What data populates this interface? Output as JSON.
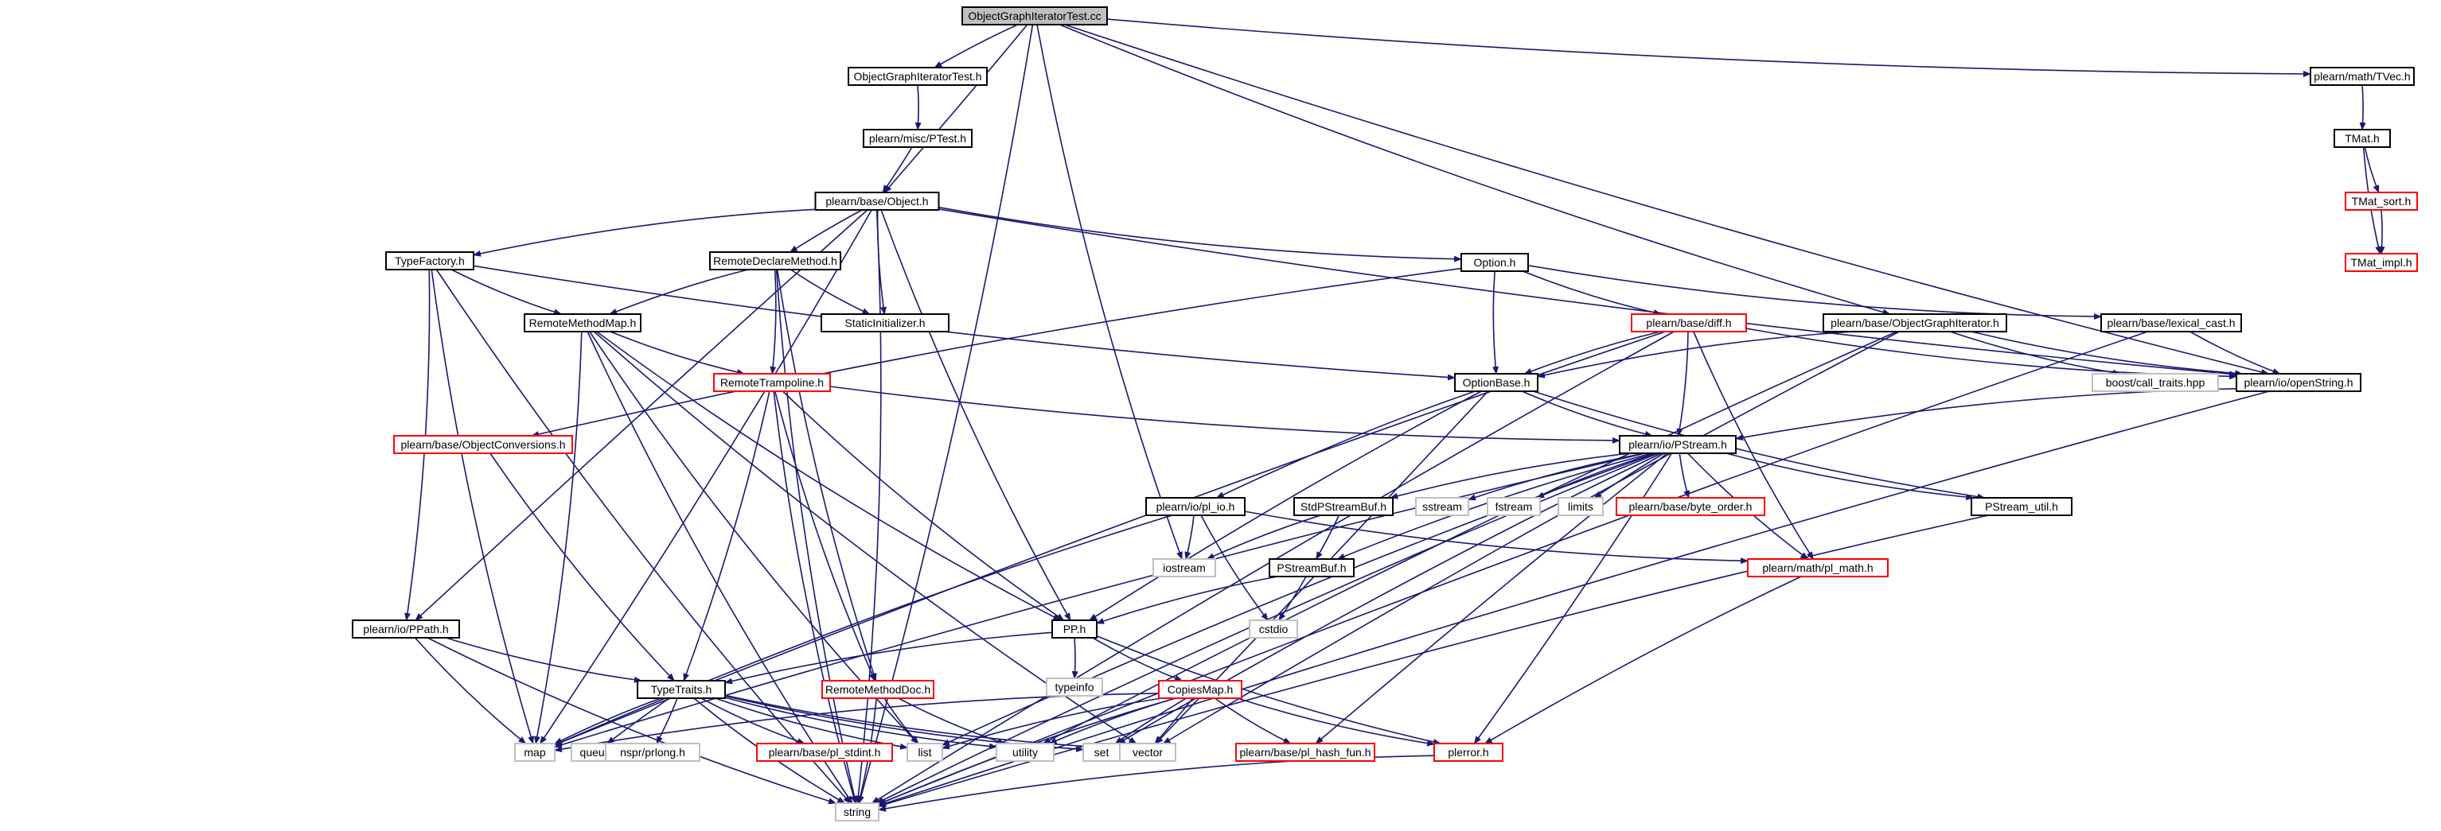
{
  "diagram": {
    "title": "",
    "colors": {
      "edge": "#191970",
      "node_border_normal": "#000000",
      "node_border_truncated": "#ff0000",
      "node_border_external": "#bfbfbf",
      "root_fill": "#bfbfbf",
      "node_fill": "#ffffff",
      "text": "#000000"
    },
    "nodes": [
      {
        "id": "root",
        "label": "ObjectGraphIteratorTest.cc",
        "kind": "root"
      },
      {
        "id": "ogit_h",
        "label": "ObjectGraphIteratorTest.h",
        "kind": "normal"
      },
      {
        "id": "tvec",
        "label": "plearn/math/TVec.h",
        "kind": "normal"
      },
      {
        "id": "ptest",
        "label": "plearn/misc/PTest.h",
        "kind": "normal"
      },
      {
        "id": "tmat",
        "label": "TMat.h",
        "kind": "normal"
      },
      {
        "id": "object",
        "label": "plearn/base/Object.h",
        "kind": "normal"
      },
      {
        "id": "tmat_sort",
        "label": "TMat_sort.h",
        "kind": "truncated"
      },
      {
        "id": "typefactory",
        "label": "TypeFactory.h",
        "kind": "normal"
      },
      {
        "id": "remotedeclare",
        "label": "RemoteDeclareMethod.h",
        "kind": "normal"
      },
      {
        "id": "option",
        "label": "Option.h",
        "kind": "normal"
      },
      {
        "id": "tmat_impl",
        "label": "TMat_impl.h",
        "kind": "truncated"
      },
      {
        "id": "remotemethodmap",
        "label": "RemoteMethodMap.h",
        "kind": "normal"
      },
      {
        "id": "staticinit",
        "label": "StaticInitializer.h",
        "kind": "normal"
      },
      {
        "id": "diff",
        "label": "plearn/base/diff.h",
        "kind": "truncated"
      },
      {
        "id": "ogiter",
        "label": "plearn/base/ObjectGraphIterator.h",
        "kind": "normal"
      },
      {
        "id": "lexicalcast",
        "label": "plearn/base/lexical_cast.h",
        "kind": "normal"
      },
      {
        "id": "remotetramp",
        "label": "RemoteTrampoline.h",
        "kind": "truncated"
      },
      {
        "id": "optionbase",
        "label": "OptionBase.h",
        "kind": "normal"
      },
      {
        "id": "calltraits",
        "label": "boost/call_traits.hpp",
        "kind": "external"
      },
      {
        "id": "openstring",
        "label": "plearn/io/openString.h",
        "kind": "normal"
      },
      {
        "id": "objconv",
        "label": "plearn/base/ObjectConversions.h",
        "kind": "truncated"
      },
      {
        "id": "pstream",
        "label": "plearn/io/PStream.h",
        "kind": "normal"
      },
      {
        "id": "plio",
        "label": "plearn/io/pl_io.h",
        "kind": "normal"
      },
      {
        "id": "stdpsbuf",
        "label": "StdPStreamBuf.h",
        "kind": "normal"
      },
      {
        "id": "sstream",
        "label": "sstream",
        "kind": "external"
      },
      {
        "id": "fstream",
        "label": "fstream",
        "kind": "external"
      },
      {
        "id": "limits",
        "label": "limits",
        "kind": "external"
      },
      {
        "id": "byteorder",
        "label": "plearn/base/byte_order.h",
        "kind": "truncated"
      },
      {
        "id": "pstreamutil",
        "label": "PStream_util.h",
        "kind": "normal"
      },
      {
        "id": "iostream",
        "label": "iostream",
        "kind": "external"
      },
      {
        "id": "psbuf",
        "label": "PStreamBuf.h",
        "kind": "normal"
      },
      {
        "id": "plmath",
        "label": "plearn/math/pl_math.h",
        "kind": "truncated"
      },
      {
        "id": "cstdio",
        "label": "cstdio",
        "kind": "external"
      },
      {
        "id": "ppath",
        "label": "plearn/io/PPath.h",
        "kind": "normal"
      },
      {
        "id": "pp",
        "label": "PP.h",
        "kind": "normal"
      },
      {
        "id": "typeinfo",
        "label": "typeinfo",
        "kind": "external"
      },
      {
        "id": "typetraits",
        "label": "TypeTraits.h",
        "kind": "normal"
      },
      {
        "id": "remotemethoddoc",
        "label": "RemoteMethodDoc.h",
        "kind": "truncated"
      },
      {
        "id": "copiesmap",
        "label": "CopiesMap.h",
        "kind": "truncated"
      },
      {
        "id": "map",
        "label": "map",
        "kind": "external"
      },
      {
        "id": "queue",
        "label": "queue",
        "kind": "external"
      },
      {
        "id": "nsprlong",
        "label": "nspr/prlong.h",
        "kind": "external"
      },
      {
        "id": "stdint",
        "label": "plearn/base/pl_stdint.h",
        "kind": "truncated"
      },
      {
        "id": "list",
        "label": "list",
        "kind": "external"
      },
      {
        "id": "utility",
        "label": "utility",
        "kind": "external"
      },
      {
        "id": "set",
        "label": "set",
        "kind": "external"
      },
      {
        "id": "vector",
        "label": "vector",
        "kind": "external"
      },
      {
        "id": "hashfun",
        "label": "plearn/base/pl_hash_fun.h",
        "kind": "truncated"
      },
      {
        "id": "plerror",
        "label": "plerror.h",
        "kind": "truncated"
      },
      {
        "id": "string",
        "label": "string",
        "kind": "external"
      }
    ],
    "edges": [
      [
        "root",
        "ogit_h"
      ],
      [
        "root",
        "tvec"
      ],
      [
        "root",
        "object"
      ],
      [
        "root",
        "ogiter"
      ],
      [
        "root",
        "openstring"
      ],
      [
        "root",
        "iostream"
      ],
      [
        "root",
        "string"
      ],
      [
        "ogit_h",
        "ptest"
      ],
      [
        "ptest",
        "object"
      ],
      [
        "tvec",
        "tmat"
      ],
      [
        "tmat",
        "tmat_sort"
      ],
      [
        "tmat",
        "tmat_impl"
      ],
      [
        "tmat_sort",
        "tmat_impl"
      ],
      [
        "object",
        "typefactory"
      ],
      [
        "object",
        "remotedeclare"
      ],
      [
        "object",
        "staticinit"
      ],
      [
        "object",
        "option"
      ],
      [
        "object",
        "openstring"
      ],
      [
        "object",
        "pp"
      ],
      [
        "object",
        "ppath"
      ],
      [
        "object",
        "map"
      ],
      [
        "object",
        "string"
      ],
      [
        "typefactory",
        "remotemethodmap"
      ],
      [
        "typefactory",
        "optionbase"
      ],
      [
        "typefactory",
        "ppath"
      ],
      [
        "typefactory",
        "map"
      ],
      [
        "typefactory",
        "string"
      ],
      [
        "remotedeclare",
        "remotemethodmap"
      ],
      [
        "remotedeclare",
        "staticinit"
      ],
      [
        "remotedeclare",
        "remotetramp"
      ],
      [
        "remotedeclare",
        "remotemethoddoc"
      ],
      [
        "remotedeclare",
        "string"
      ],
      [
        "remotemethodmap",
        "remotetramp"
      ],
      [
        "remotemethodmap",
        "pp"
      ],
      [
        "remotemethodmap",
        "map"
      ],
      [
        "remotemethodmap",
        "string"
      ],
      [
        "remotemethodmap",
        "list"
      ],
      [
        "remotemethodmap",
        "vector"
      ],
      [
        "option",
        "diff"
      ],
      [
        "option",
        "optionbase"
      ],
      [
        "option",
        "lexicalcast"
      ],
      [
        "option",
        "objconv"
      ],
      [
        "diff",
        "optionbase"
      ],
      [
        "diff",
        "pstream"
      ],
      [
        "diff",
        "openstring"
      ],
      [
        "diff",
        "plmath"
      ],
      [
        "diff",
        "map"
      ],
      [
        "diff",
        "string"
      ],
      [
        "ogiter",
        "optionbase"
      ],
      [
        "ogiter",
        "calltraits"
      ],
      [
        "ogiter",
        "openstring"
      ],
      [
        "ogiter",
        "vector"
      ],
      [
        "ogiter",
        "utility"
      ],
      [
        "lexicalcast",
        "openstring"
      ],
      [
        "lexicalcast",
        "string"
      ],
      [
        "openstring",
        "pstream"
      ],
      [
        "openstring",
        "string"
      ],
      [
        "remotetramp",
        "pstream"
      ],
      [
        "remotetramp",
        "typetraits"
      ],
      [
        "remotetramp",
        "remotemethoddoc"
      ],
      [
        "remotetramp",
        "pp"
      ],
      [
        "remotetramp",
        "string"
      ],
      [
        "objconv",
        "typetraits"
      ],
      [
        "optionbase",
        "pstream"
      ],
      [
        "optionbase",
        "plio"
      ],
      [
        "optionbase",
        "pp"
      ],
      [
        "optionbase",
        "pstreamutil"
      ],
      [
        "optionbase",
        "vector"
      ],
      [
        "pstream",
        "stdpsbuf"
      ],
      [
        "pstream",
        "sstream"
      ],
      [
        "pstream",
        "fstream"
      ],
      [
        "pstream",
        "limits"
      ],
      [
        "pstream",
        "byteorder"
      ],
      [
        "pstream",
        "pstreamutil"
      ],
      [
        "pstream",
        "psbuf"
      ],
      [
        "pstream",
        "plmath"
      ],
      [
        "pstream",
        "plerror"
      ],
      [
        "pstream",
        "hashfun"
      ],
      [
        "pstream",
        "map"
      ],
      [
        "pstream",
        "string"
      ],
      [
        "pstream",
        "set"
      ],
      [
        "pstream",
        "list"
      ],
      [
        "plio",
        "iostream"
      ],
      [
        "plio",
        "cstdio"
      ],
      [
        "plio",
        "plmath"
      ],
      [
        "plio",
        "map"
      ],
      [
        "stdpsbuf",
        "iostream"
      ],
      [
        "stdpsbuf",
        "psbuf"
      ],
      [
        "psbuf",
        "pp"
      ],
      [
        "psbuf",
        "cstdio"
      ],
      [
        "pstreamutil",
        "string"
      ],
      [
        "plmath",
        "plerror"
      ],
      [
        "ppath",
        "typetraits"
      ],
      [
        "ppath",
        "map"
      ],
      [
        "ppath",
        "string"
      ],
      [
        "pp",
        "typetraits"
      ],
      [
        "pp",
        "typeinfo"
      ],
      [
        "pp",
        "copiesmap"
      ],
      [
        "pp",
        "plerror"
      ],
      [
        "typetraits",
        "map"
      ],
      [
        "typetraits",
        "queue"
      ],
      [
        "typetraits",
        "nsprlong"
      ],
      [
        "typetraits",
        "stdint"
      ],
      [
        "typetraits",
        "list"
      ],
      [
        "typetraits",
        "utility"
      ],
      [
        "typetraits",
        "set"
      ],
      [
        "typetraits",
        "vector"
      ],
      [
        "typetraits",
        "string"
      ],
      [
        "remotemethoddoc",
        "list"
      ],
      [
        "remotemethoddoc",
        "utility"
      ],
      [
        "remotemethoddoc",
        "string"
      ],
      [
        "copiesmap",
        "map"
      ],
      [
        "copiesmap",
        "list"
      ],
      [
        "copiesmap",
        "utility"
      ],
      [
        "copiesmap",
        "set"
      ],
      [
        "copiesmap",
        "vector"
      ],
      [
        "copiesmap",
        "hashfun"
      ],
      [
        "copiesmap",
        "plerror"
      ],
      [
        "copiesmap",
        "string"
      ],
      [
        "plerror",
        "string"
      ]
    ]
  }
}
